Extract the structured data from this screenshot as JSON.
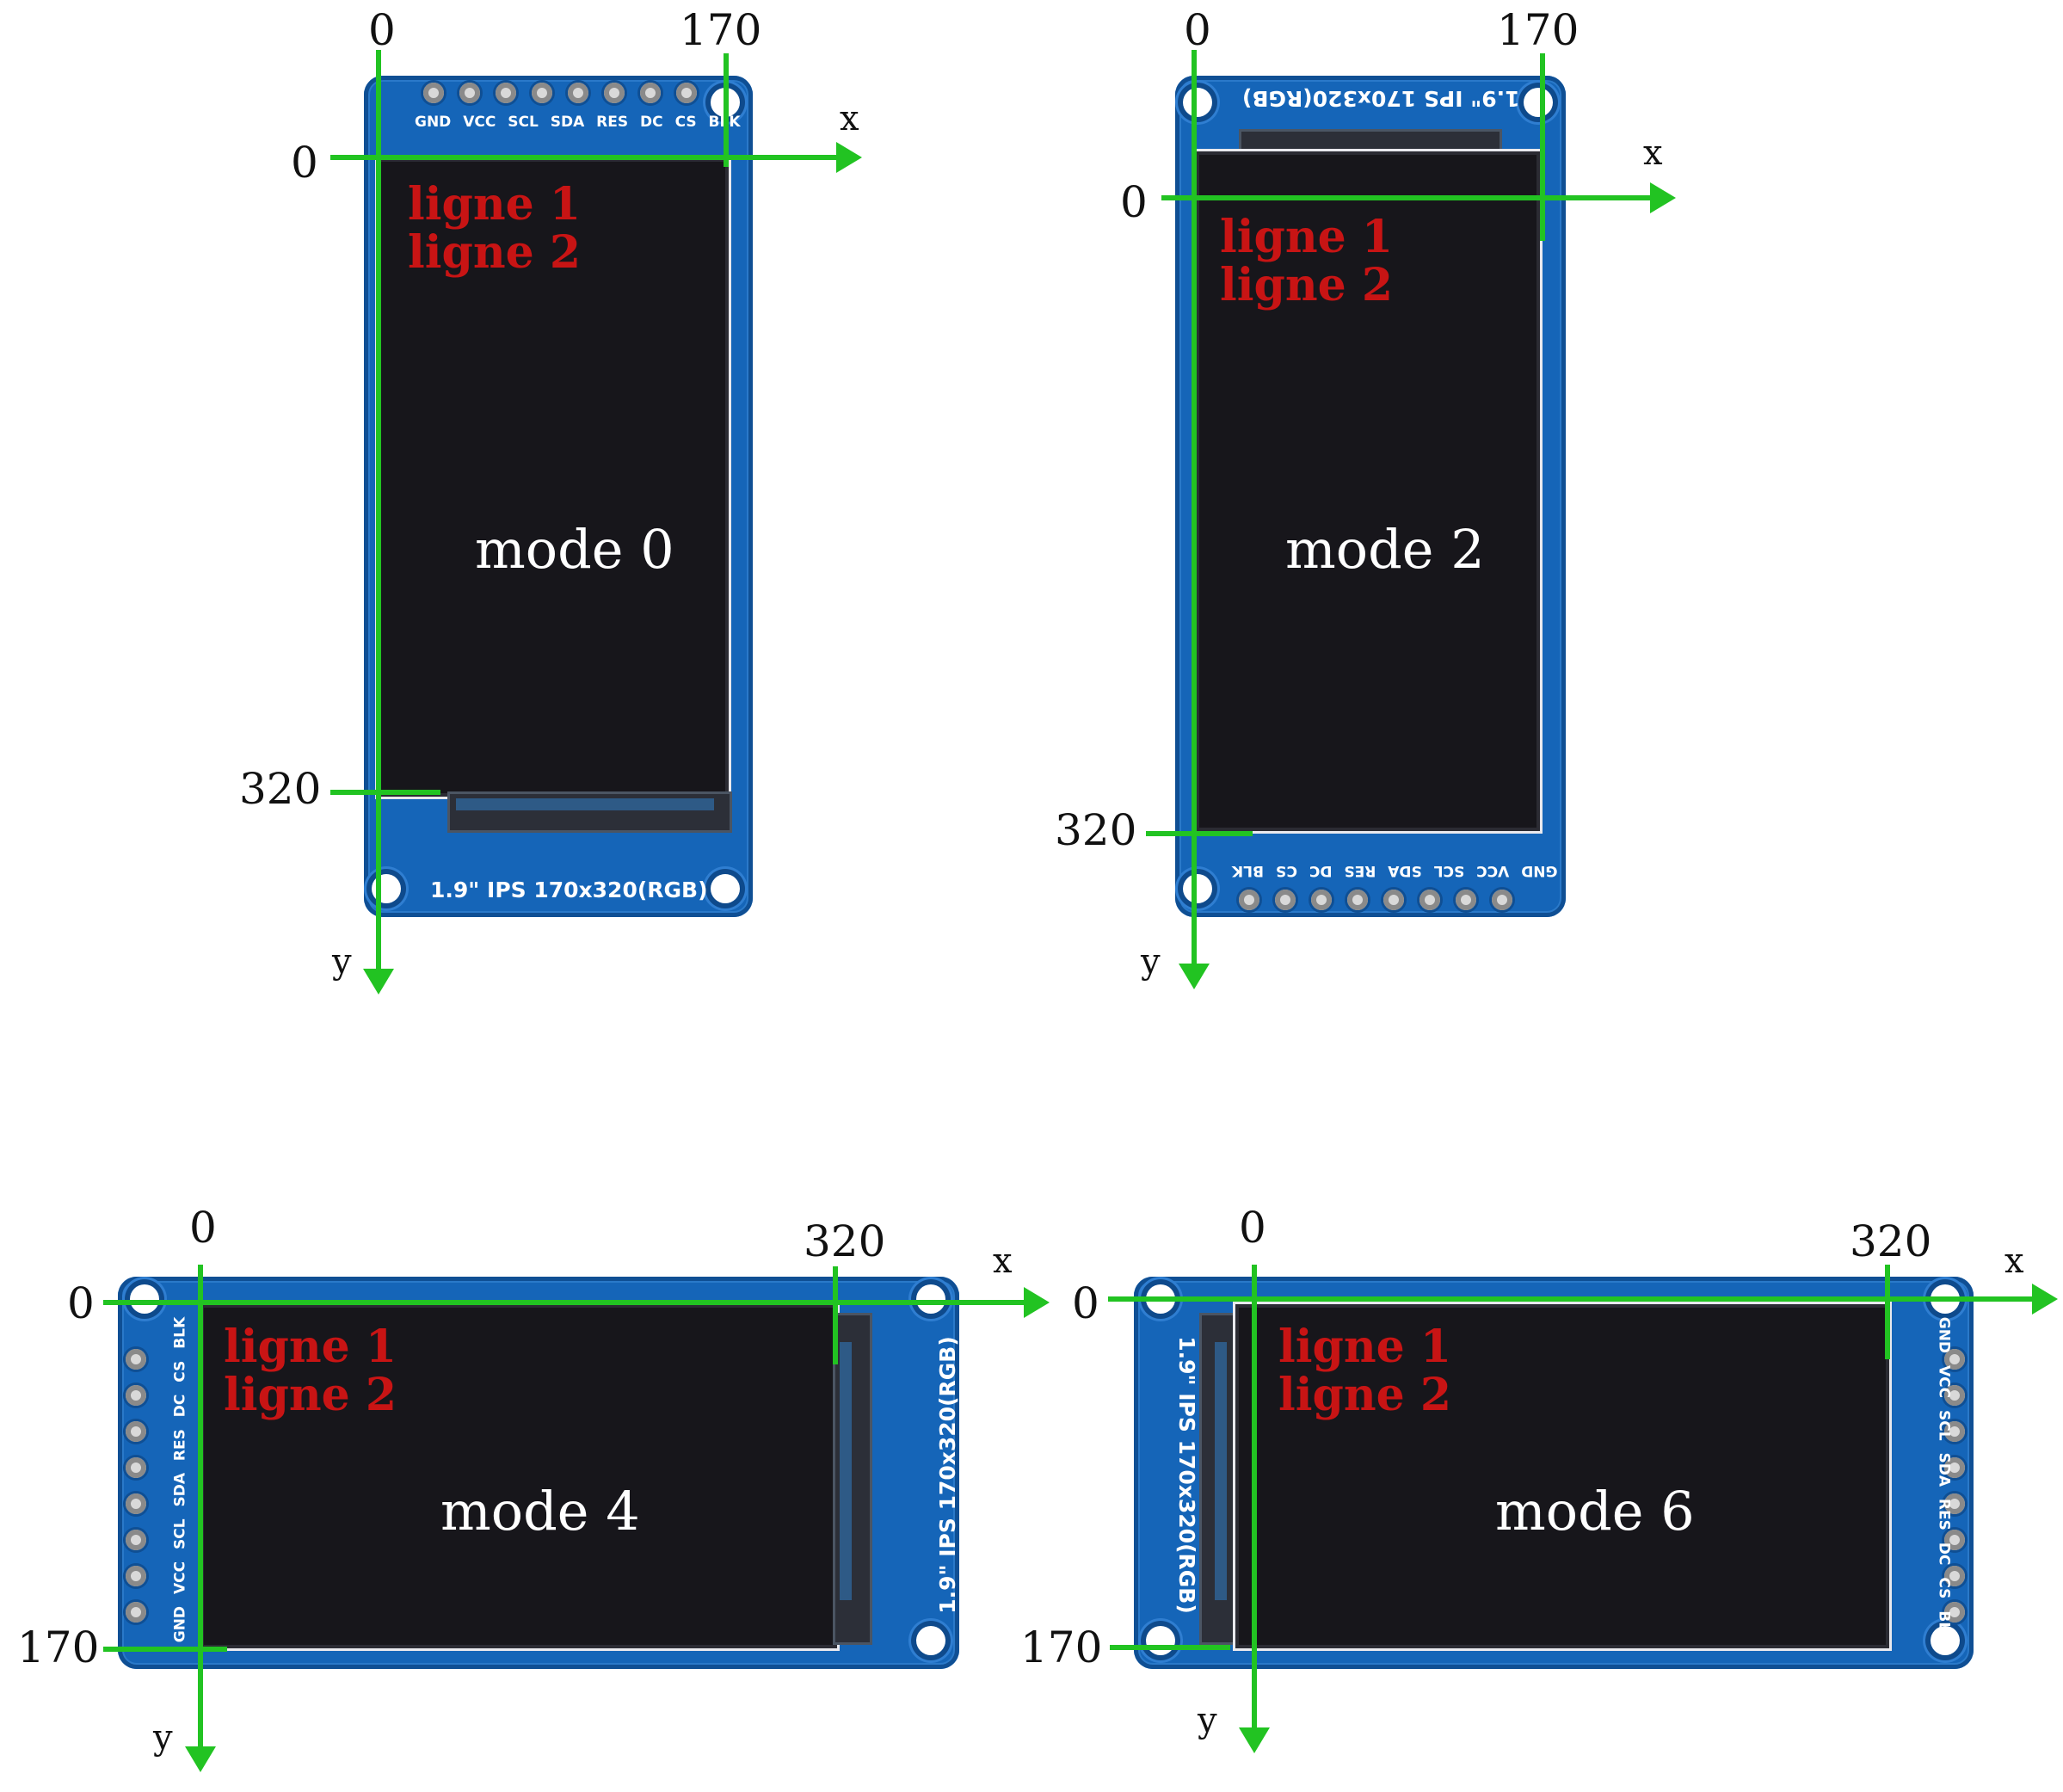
{
  "panels": [
    {
      "mode": "mode 0",
      "lines": [
        "ligne 1",
        "ligne 2"
      ],
      "x_ticks": [
        "0",
        "170"
      ],
      "y_ticks": [
        "0",
        "320"
      ],
      "x_axis": "x",
      "y_axis": "y",
      "board_label": "1.9\" IPS 170x320(RGB)",
      "pins": [
        "GND",
        "VCC",
        "SCL",
        "SDA",
        "RES",
        "DC",
        "CS",
        "BLK"
      ]
    },
    {
      "mode": "mode 2",
      "lines": [
        "ligne 1",
        "ligne 2"
      ],
      "x_ticks": [
        "0",
        "170"
      ],
      "y_ticks": [
        "0",
        "320"
      ],
      "x_axis": "x",
      "y_axis": "y",
      "board_label": "1.9\" IPS 170x320(RGB)",
      "pins": [
        "GND",
        "VCC",
        "SCL",
        "SDA",
        "RES",
        "DC",
        "CS",
        "BLK"
      ]
    },
    {
      "mode": "mode 4",
      "lines": [
        "ligne 1",
        "ligne 2"
      ],
      "x_ticks": [
        "0",
        "320"
      ],
      "y_ticks": [
        "0",
        "170"
      ],
      "x_axis": "x",
      "y_axis": "y",
      "board_label": "1.9\" IPS 170x320(RGB)",
      "pins": [
        "GND",
        "VCC",
        "SCL",
        "SDA",
        "RES",
        "DC",
        "CS",
        "BLK"
      ]
    },
    {
      "mode": "mode 6",
      "lines": [
        "ligne 1",
        "ligne 2"
      ],
      "x_ticks": [
        "0",
        "320"
      ],
      "y_ticks": [
        "0",
        "170"
      ],
      "x_axis": "x",
      "y_axis": "y",
      "board_label": "1.9\" IPS 170x320(RGB)",
      "pins": [
        "GND",
        "VCC",
        "SCL",
        "SDA",
        "RES",
        "DC",
        "CS",
        "BLK"
      ]
    }
  ],
  "colors": {
    "axis": "#22c322",
    "text_lines": "#c81414",
    "pcb": "#1565b8",
    "screen": "#17161b"
  }
}
